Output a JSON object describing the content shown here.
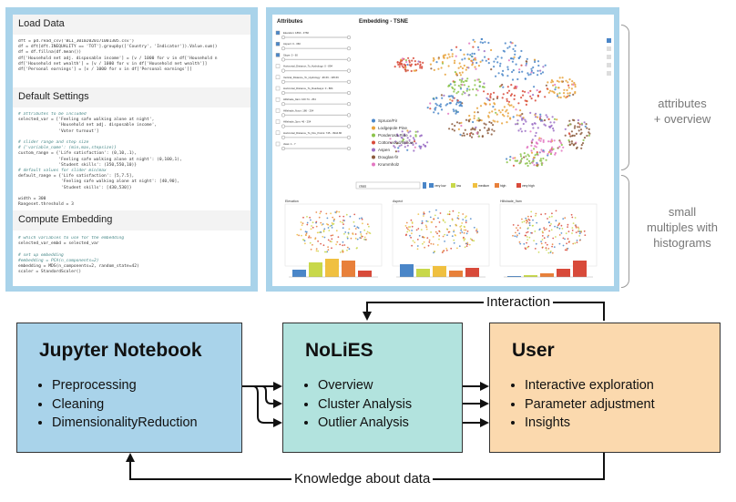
{
  "notebook": {
    "sections": [
      {
        "title": "Load Data",
        "code": [
          {
            "t": "dft = pd.read_csv('BLI_30102020171001305.csv')",
            "c": false
          },
          {
            "t": "df = dft[dft.INEQUALITY == 'TOT'].groupby(['Country', 'Indicator']).Value.sum()",
            "c": false
          },
          {
            "t": "df = df.fillna(df.mean())",
            "c": false
          },
          {
            "t": "df['Household net adj. disposable income'] = [v / 1000 for v in df['Household n",
            "c": false
          },
          {
            "t": "df['Household net wealth'] = [v / 1000 for v in df['Household net wealth']]",
            "c": false
          },
          {
            "t": "df['Personal earnings'] = [v / 1000 for v in df['Personal earnings']]",
            "c": false
          }
        ]
      },
      {
        "title": "Default Settings",
        "code": [
          {
            "t": "# attributes to be included",
            "c": true
          },
          {
            "t": "selected_var = ['Feeling safe walking alone at night',",
            "c": false
          },
          {
            "t": "                'Household net adj. disposable income',",
            "c": false
          },
          {
            "t": "                'Voter turnout']",
            "c": false
          },
          {
            "t": "",
            "c": false
          },
          {
            "t": "# slider range and step size",
            "c": true
          },
          {
            "t": "# {'variable_name': (min,max,stepsize)}",
            "c": true
          },
          {
            "t": "custom_range = {'Life satisfaction': (0,10,.1),",
            "c": false
          },
          {
            "t": "                'Feeling safe walking alone at night': (0,100,1),",
            "c": false
          },
          {
            "t": "                'Student skills': (350,550,10)}",
            "c": false
          },
          {
            "t": "# default values for slider min/max",
            "c": true
          },
          {
            "t": "default_range = {'Life satisfaction': [5,7.5],",
            "c": false
          },
          {
            "t": "                 'Feeling safe walking alone at night': [40,90],",
            "c": false
          },
          {
            "t": "                 'Student skills': [430,530]}",
            "c": false
          },
          {
            "t": "",
            "c": false
          },
          {
            "t": "width = 300",
            "c": false
          },
          {
            "t": "Rangeset.threshold = 3",
            "c": false
          }
        ]
      },
      {
        "title": "Compute Embedding",
        "code": [
          {
            "t": "# which variables to use for the embedding",
            "c": true
          },
          {
            "t": "selected_var_embd = selected_var",
            "c": false
          },
          {
            "t": "",
            "c": false
          },
          {
            "t": "# set up embedding",
            "c": true
          },
          {
            "t": "#embedding = PCA(n_components=2)",
            "c": true
          },
          {
            "t": "embedding = MDS(n_components=2, random_state=42)",
            "c": false
          },
          {
            "t": "scaler = StandardScaler()",
            "c": false
          }
        ]
      }
    ]
  },
  "ui": {
    "attributes_header": "Attributes",
    "embedding_header": "Embedding - TSNE",
    "sliders": [
      "Elevation: 1860 - 3760",
      "Aspect: 0 - 360",
      "Slope: 0 - 60",
      "Horizontal_Distance_To_Hydrology: 0 - 894",
      "Vertical_Distance_To_Hydrology: -96.66 - 195.66",
      "Horizontal_Distance_To_Roadways: 0 - 884",
      "Hillshade_9am: 100.74 - 254",
      "Hillshade_Noon: 186 - 254",
      "Hillshade_3pm: 46 - 254",
      "Horizontal_Distance_To_Fire_Points: 745 - 3944.86",
      "class: 1 - 7"
    ],
    "legend": [
      {
        "label": "Spruce/Fir",
        "color": "#4a86c8"
      },
      {
        "label": "Lodgepole Pine",
        "color": "#e8a23a"
      },
      {
        "label": "Ponderosa Pine",
        "color": "#8bc34a"
      },
      {
        "label": "Cottonwood/Willow",
        "color": "#d84a3a"
      },
      {
        "label": "Aspen",
        "color": "#9b6fc4"
      },
      {
        "label": "Douglas-fir",
        "color": "#8b5a3c"
      },
      {
        "label": "Krummholz",
        "color": "#e377c2"
      }
    ],
    "dropdown_value": "class",
    "color_scale": [
      "very low",
      "low",
      "medium",
      "high",
      "very high"
    ],
    "multiples": [
      "Elevation",
      "Aspect",
      "Hillshade_9am"
    ]
  },
  "annotations": {
    "top": [
      "attributes",
      "+ overview"
    ],
    "bottom": [
      "small",
      "multiples with",
      "histograms"
    ]
  },
  "boxes": {
    "jupyter": {
      "title": "Jupyter Notebook",
      "items": [
        "Preprocessing",
        "Cleaning",
        "DimensionalityReduction"
      ],
      "fill": "#a9d3ea"
    },
    "nolies": {
      "title": "NoLiES",
      "items": [
        "Overview",
        "Cluster Analysis",
        "Outlier Analysis"
      ],
      "fill": "#b2e3de"
    },
    "user": {
      "title": "User",
      "items": [
        "Interactive exploration",
        "Parameter adjustment",
        "Insights"
      ],
      "fill": "#fbd9ae"
    }
  },
  "flows": {
    "interaction": "Interaction",
    "knowledge": "Knowledge about data"
  }
}
